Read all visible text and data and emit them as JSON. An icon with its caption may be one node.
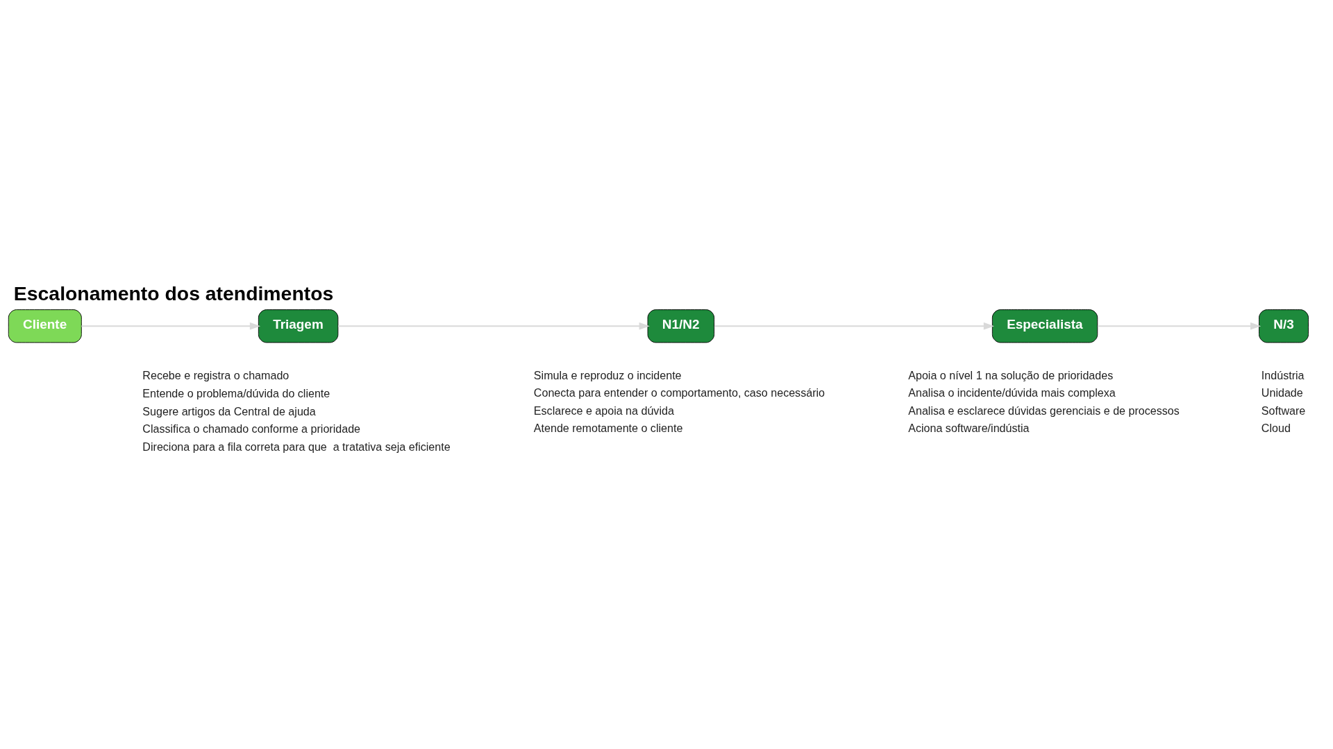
{
  "diagram": {
    "title": "Escalonamento dos atendimentos",
    "nodes": [
      {
        "text": [
          "Cliente"
        ]
      },
      {
        "text": [
          "Triagem"
        ],
        "beside": [
          "Recebe e registra o chamado",
          "Entende o problema/dúvida do cliente",
          "Sugere artigos da Central de ajuda",
          "Classifica o chamado conforme a prioridade",
          "Direciona para a fila correta para que  a tratativa seja eficiente"
        ]
      },
      {
        "text": [
          "N1/N2"
        ],
        "beside": [
          "Simula e reproduz o incidente",
          "Conecta para entender o comportamento, caso necessário",
          "Esclarece e apoia na dúvida",
          "Atende remotamente o cliente"
        ]
      },
      {
        "text": [
          "Especialista"
        ],
        "beside": [
          "Apoia o nível 1 na solução de prioridades",
          "Analisa o incidente/dúvida mais complexa",
          "Analisa e esclarece dúvidas gerenciais e de processos",
          "Aciona software/indústia"
        ]
      },
      {
        "text": [
          "N/3"
        ],
        "beside": [
          "Indústria",
          "Unidade",
          "Software",
          "Cloud"
        ]
      }
    ],
    "edges": [
      {
        "from": 0,
        "to": 1,
        "arrow": "to"
      },
      {
        "from": 1,
        "to": 2,
        "arrow": "to"
      },
      {
        "from": 2,
        "to": 3,
        "arrow": "to"
      },
      {
        "from": 3,
        "to": 4,
        "arrow": "to"
      }
    ]
  }
}
